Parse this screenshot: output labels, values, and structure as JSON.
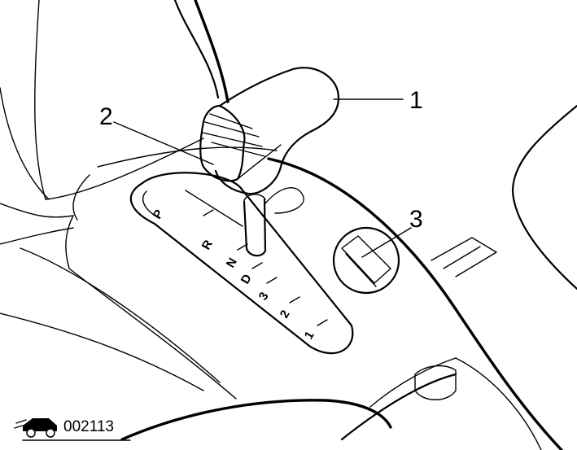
{
  "figure": {
    "gear_positions": [
      {
        "label": "P"
      },
      {
        "label": "R"
      },
      {
        "label": "N"
      },
      {
        "label": "D"
      },
      {
        "label": "3"
      },
      {
        "label": "2"
      },
      {
        "label": "1"
      }
    ],
    "callouts": [
      {
        "number": "1"
      },
      {
        "number": "2"
      },
      {
        "number": "3"
      }
    ],
    "figure_code": "002113"
  }
}
